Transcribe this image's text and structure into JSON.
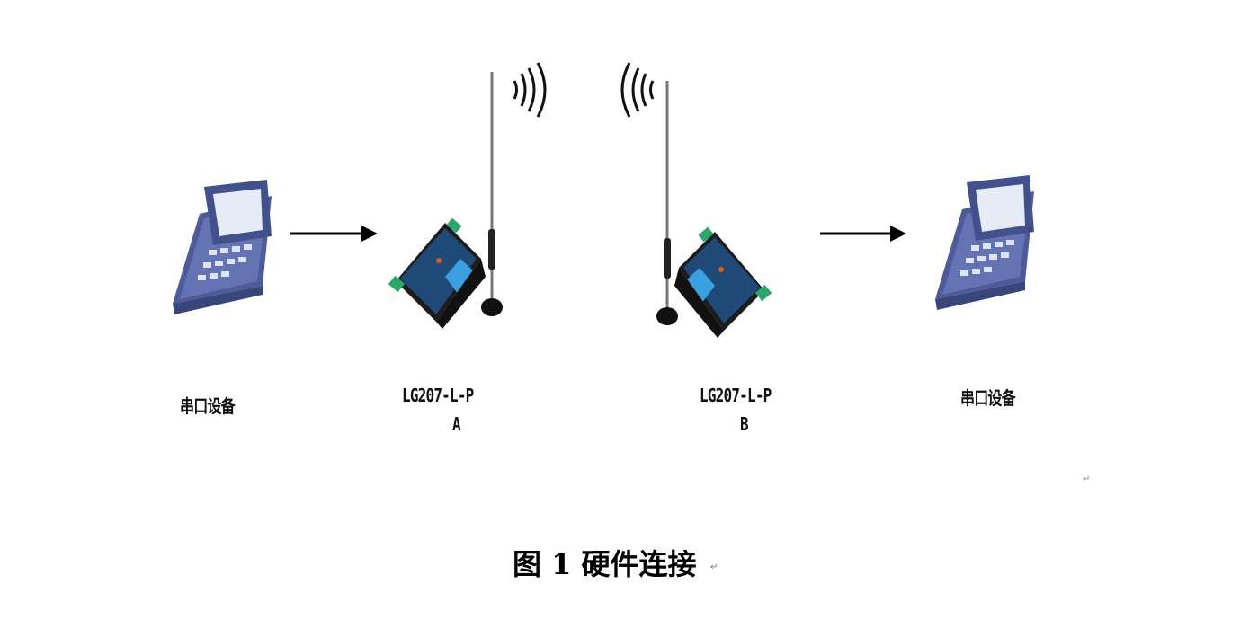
{
  "labels": {
    "serial_left": "串口设备",
    "module_a_model": "LG207-L-P",
    "module_a_id": "A",
    "module_b_model": "LG207-L-P",
    "module_b_id": "B",
    "serial_right": "串口设备"
  },
  "caption": "图 1 硬件连接",
  "marks": {
    "return": "↵"
  },
  "colors": {
    "handheld": "#5a6aa8",
    "module": "#1d3f66",
    "module_panel": "#3a9ad9",
    "terminal": "#2aa86a"
  }
}
